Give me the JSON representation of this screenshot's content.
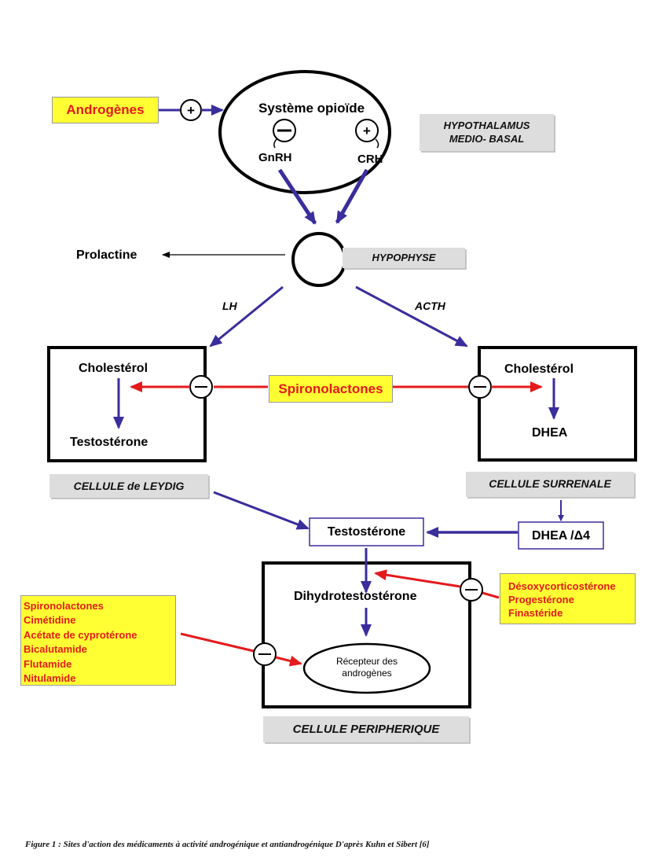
{
  "colors": {
    "arrow_blue": "#3a2d9c",
    "inhibitor_red": "#e41a1c",
    "highlight_yellow": "#ffff33",
    "label_grey": "#dddddd"
  },
  "hypothalamus": {
    "system_label": "Système opioïde",
    "gnrh": "GnRH",
    "crh": "CRH",
    "region_label_line1": "HYPOTHALAMUS",
    "region_label_line2": "MEDIO- BASAL"
  },
  "androgens_box": "Androgènes",
  "prolactine": "Prolactine",
  "hypophyse_label": "HYPOPHYSE",
  "lh": "LH",
  "acth": "ACTH",
  "leydig": {
    "cholesterol": "Cholestérol",
    "testosterone": "Testostérone",
    "region_label": "CELLULE de LEYDIG"
  },
  "surrenale": {
    "cholesterol": "Cholestérol",
    "dhea": "DHEA",
    "region_label": "CELLULE SURRENALE"
  },
  "spironolactones_center": "Spironolactones",
  "testosterone_box": "Testostérone",
  "dhea_delta4_box": "DHEA /Δ4",
  "peripheral": {
    "dht": "Dihydrotestostérone",
    "receptor_line1": "Récepteur des",
    "receptor_line2": "androgènes",
    "region_label": "CELLULE PERIPHERIQUE"
  },
  "right_drugs": [
    "Désoxycorticostérone",
    "Progestérone",
    "Finastéride"
  ],
  "left_drugs": [
    "Spironolactones",
    "Cimétidine",
    "Acétate de cyprotérone",
    "Bicalutamide",
    "Flutamide",
    "Nitulamide"
  ],
  "caption": "Figure 1 : Sites d'action des médicaments à activité androgénique et antiandrogénique D'après  Kuhn et Sibert [6]"
}
